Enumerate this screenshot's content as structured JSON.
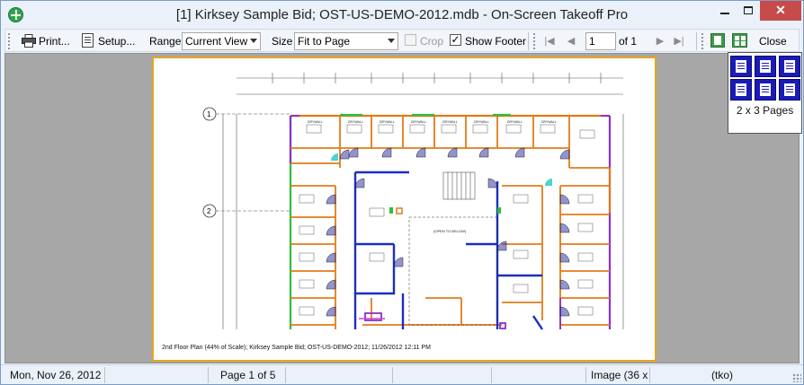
{
  "window": {
    "title": "[1] Kirksey Sample Bid; OST-US-DEMO-2012.mdb - On-Screen Takeoff Pro",
    "close_symbol": "✕"
  },
  "toolbar": {
    "print_label": "Print...",
    "setup_label": "Setup...",
    "range_label": "Range",
    "range_value": "Current View",
    "size_label": "Size",
    "size_value": "Fit to Page",
    "crop_label": "Crop",
    "crop_checked": false,
    "show_footer_label": "Show Footer",
    "show_footer_checked": true,
    "page_current": "1",
    "page_of_label": "of 1",
    "close_label": "Close"
  },
  "preview": {
    "footer_text": "2nd Floor Plan (44% of Scale); Kirksey Sample Bid; OST-US-DEMO-2012; 11/26/2012 12:11 PM",
    "grid_markers": [
      "1",
      "2"
    ],
    "room_label": "DRYWALL",
    "open_label": "(OPEN TO BELOW)"
  },
  "pages_popup": {
    "label": "2 x 3 Pages"
  },
  "statusbar": {
    "date": "Mon, Nov 26, 2012",
    "page": "Page 1 of 5",
    "image": "Image (36 x",
    "user": "(tko)"
  },
  "colors": {
    "accent_orange": "#e07b1a",
    "wall_blue": "#1a2fc0",
    "wall_green": "#2fbf3a",
    "wall_purple": "#8a2fcf",
    "page_border": "#e8a51e"
  }
}
